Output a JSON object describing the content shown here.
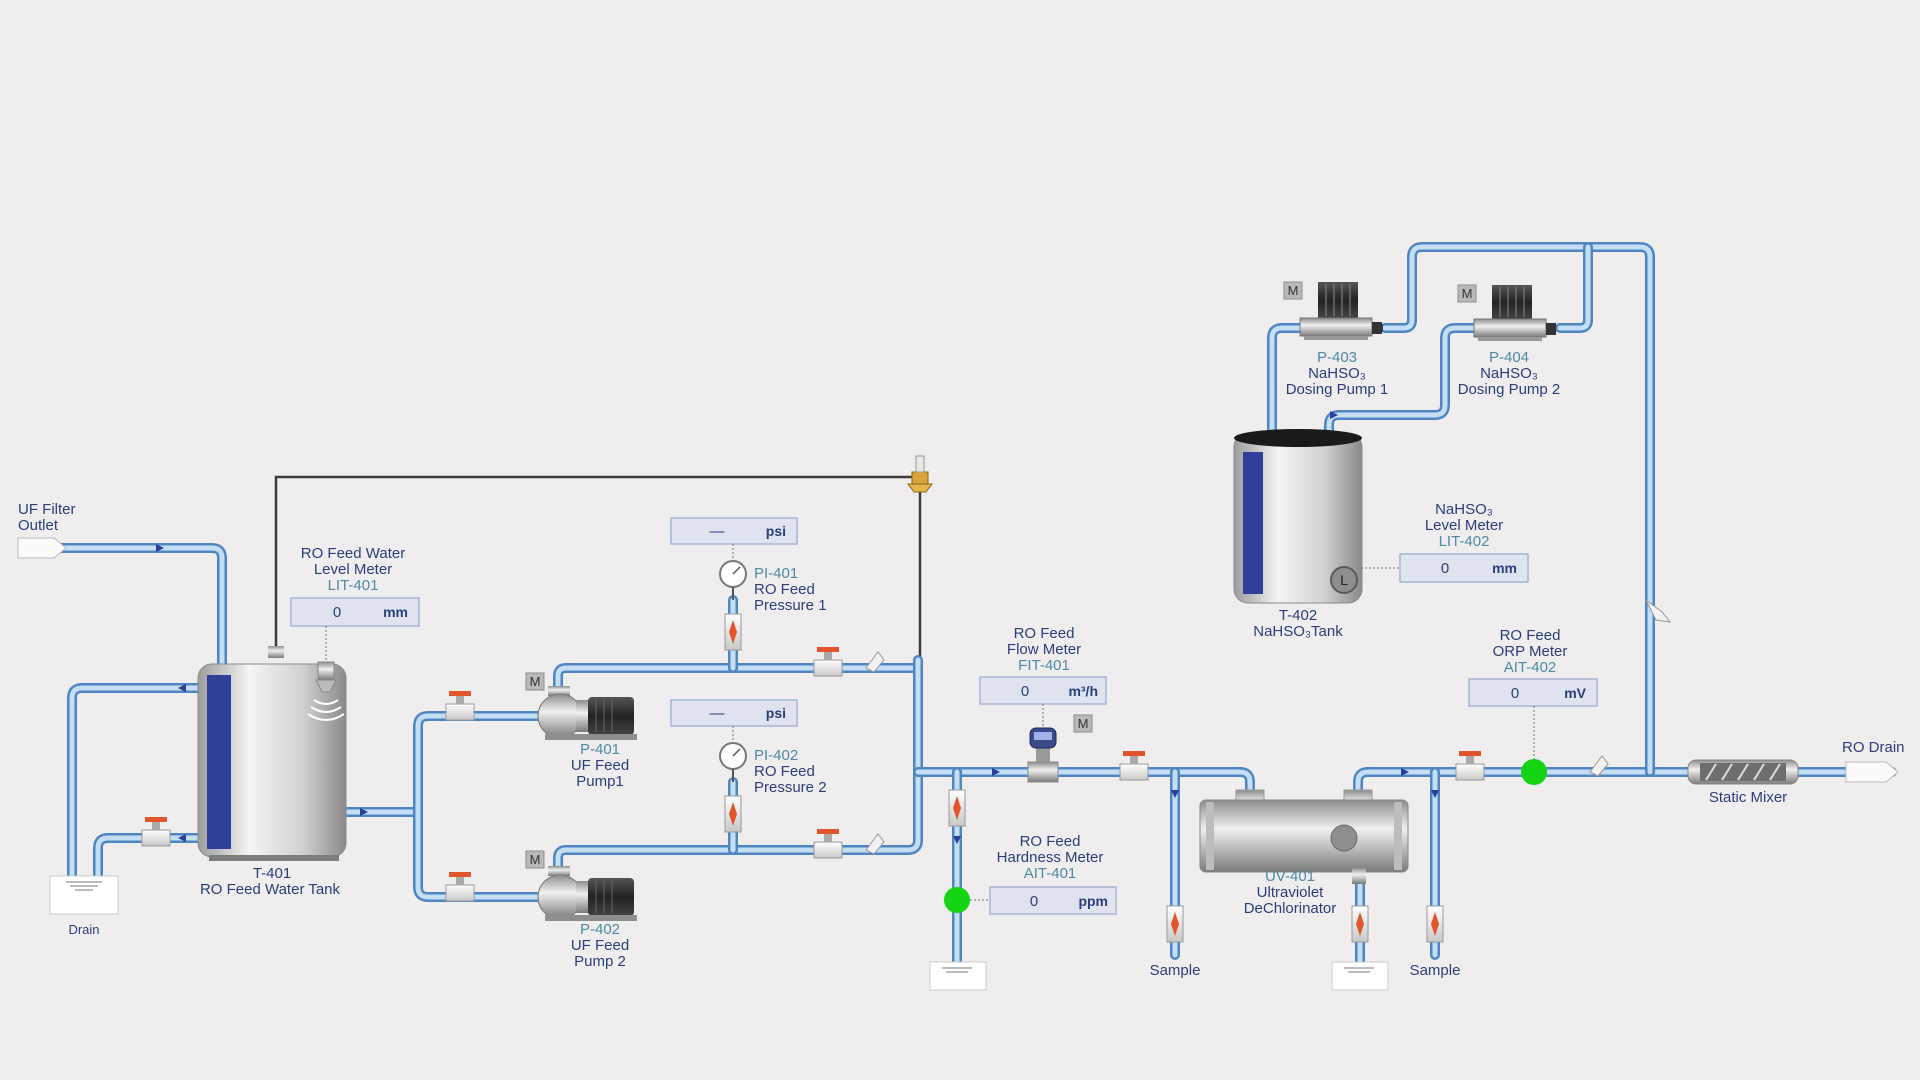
{
  "io": {
    "uf_filter_outlet": [
      "UF Filter",
      "Outlet"
    ],
    "ro_drain": "RO Drain",
    "drain": "Drain",
    "sample_1": "Sample",
    "sample_2": "Sample"
  },
  "tanks": {
    "t401": {
      "tag": "T-401",
      "name": "RO Feed Water Tank"
    },
    "t402": {
      "tag": "T-402",
      "name": "NaHSO₃Tank",
      "level_badge": "L"
    }
  },
  "pumps": {
    "p401": {
      "tag": "P-401",
      "name": [
        "UF Feed",
        "Pump1"
      ],
      "badge": "M"
    },
    "p402": {
      "tag": "P-402",
      "name": [
        "UF Feed",
        "Pump 2"
      ],
      "badge": "M"
    },
    "p403": {
      "tag": "P-403",
      "name": [
        "NaHSO₃",
        "Dosing Pump 1"
      ],
      "badge": "M"
    },
    "p404": {
      "tag": "P-404",
      "name": [
        "NaHSO₃",
        "Dosing Pump 2"
      ],
      "badge": "M"
    }
  },
  "equipment": {
    "uv401": {
      "tag": "UV-401",
      "name": [
        "Ultraviolet",
        "DeChlorinator"
      ]
    },
    "static_mixer": "Static Mixer",
    "flow_meter_badge": "M"
  },
  "instruments": {
    "lit401": {
      "label": [
        "RO Feed Water",
        "Level Meter"
      ],
      "tag": "LIT-401",
      "value": "0",
      "unit": "mm"
    },
    "pi401": {
      "tag": "PI-401",
      "label": [
        "RO Feed",
        "Pressure 1"
      ],
      "value": "—",
      "unit": "psi"
    },
    "pi402": {
      "tag": "PI-402",
      "label": [
        "RO Feed",
        "Pressure 2"
      ],
      "value": "—",
      "unit": "psi"
    },
    "fit401": {
      "label": [
        "RO Feed",
        "Flow Meter"
      ],
      "tag": "FIT-401",
      "value": "0",
      "unit": "m³/h"
    },
    "ait401": {
      "label": [
        "RO Feed",
        "Hardness Meter"
      ],
      "tag": "AIT-401",
      "value": "0",
      "unit": "ppm"
    },
    "ait402": {
      "label": [
        "RO Feed",
        "ORP Meter"
      ],
      "tag": "AIT-402",
      "value": "0",
      "unit": "mV"
    },
    "lit402": {
      "label": [
        "NaHSO₃",
        "Level Meter"
      ],
      "tag": "LIT-402",
      "value": "0",
      "unit": "mm"
    }
  },
  "colors": {
    "background": "#efedee",
    "pipe": "#4f86c2",
    "pipe_highlight": "#c4def4",
    "status_green": "#14d414",
    "tank_stripe": "#2f3f9a",
    "label_text": "#2a3f7a",
    "tag_text": "#4d8aa6"
  }
}
